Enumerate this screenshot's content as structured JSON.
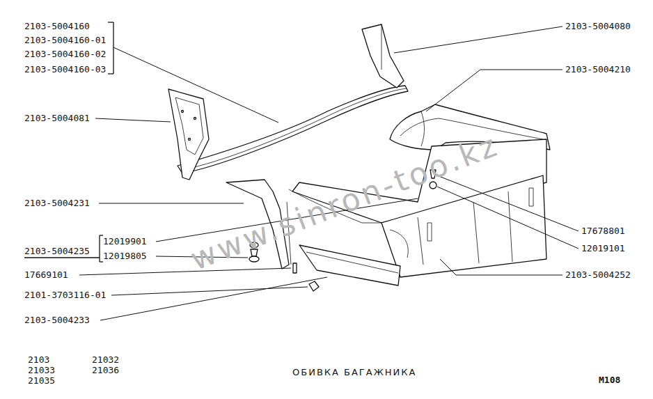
{
  "diagram": {
    "title": "ОБИВКА БАГАЖНИКА",
    "labels": [
      "2103-5004160",
      "2103-5004160-01",
      "2103-5004160-02",
      "2103-5004160-03",
      "2103-5004081",
      "2103-5004231",
      "2103-5004235",
      "12019901",
      "12019805",
      "17669101",
      "2101-3703116-01",
      "2103-5004233",
      "2103-5004080",
      "2103-5004210",
      "17678801",
      "12019101",
      "2103-5004252",
      "2103",
      "21033",
      "21035",
      "21032",
      "21036",
      "M108",
      "www.sinron-too.kz"
    ]
  }
}
